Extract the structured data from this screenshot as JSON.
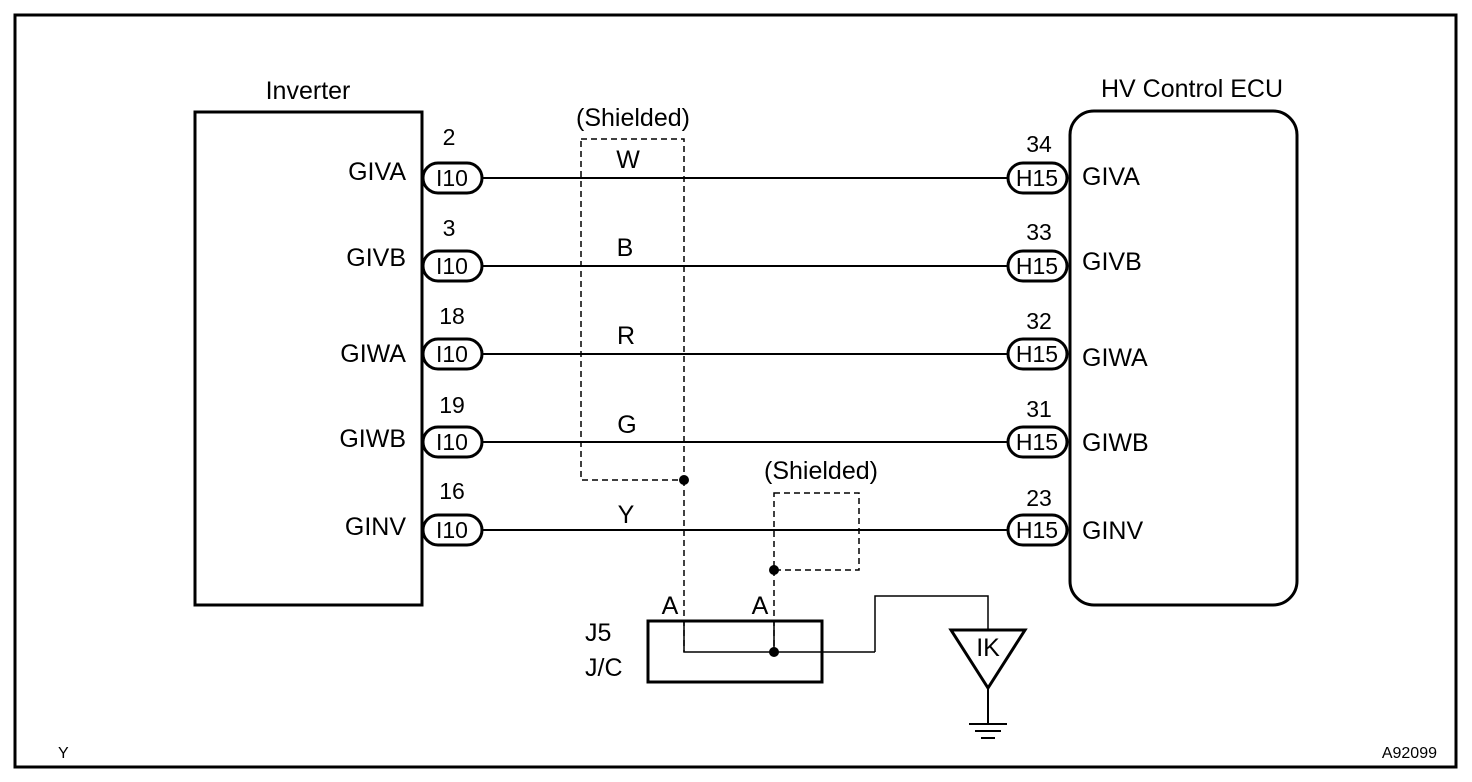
{
  "inverter": {
    "title": "Inverter",
    "connector": "I10",
    "pins": [
      {
        "signal": "GIVA",
        "pin": "2"
      },
      {
        "signal": "GIVB",
        "pin": "3"
      },
      {
        "signal": "GIWA",
        "pin": "18"
      },
      {
        "signal": "GIWB",
        "pin": "19"
      },
      {
        "signal": "GINV",
        "pin": "16"
      }
    ]
  },
  "ecu": {
    "title": "HV Control ECU",
    "connector": "H15",
    "pins": [
      {
        "signal": "GIVA",
        "pin": "34"
      },
      {
        "signal": "GIVB",
        "pin": "33"
      },
      {
        "signal": "GIWA",
        "pin": "32"
      },
      {
        "signal": "GIWB",
        "pin": "31"
      },
      {
        "signal": "GINV",
        "pin": "23"
      }
    ]
  },
  "wires": [
    {
      "color": "W"
    },
    {
      "color": "B"
    },
    {
      "color": "R"
    },
    {
      "color": "G"
    },
    {
      "color": "Y"
    }
  ],
  "shield": {
    "label_main": "(Shielded)",
    "label_ginv": "(Shielded)"
  },
  "junction": {
    "id": "J5",
    "type": "J/C",
    "terminal_left": "A",
    "terminal_right": "A"
  },
  "ground": {
    "label": "IK"
  },
  "corner": {
    "bottom_left": "Y",
    "bottom_right": "A92099"
  }
}
